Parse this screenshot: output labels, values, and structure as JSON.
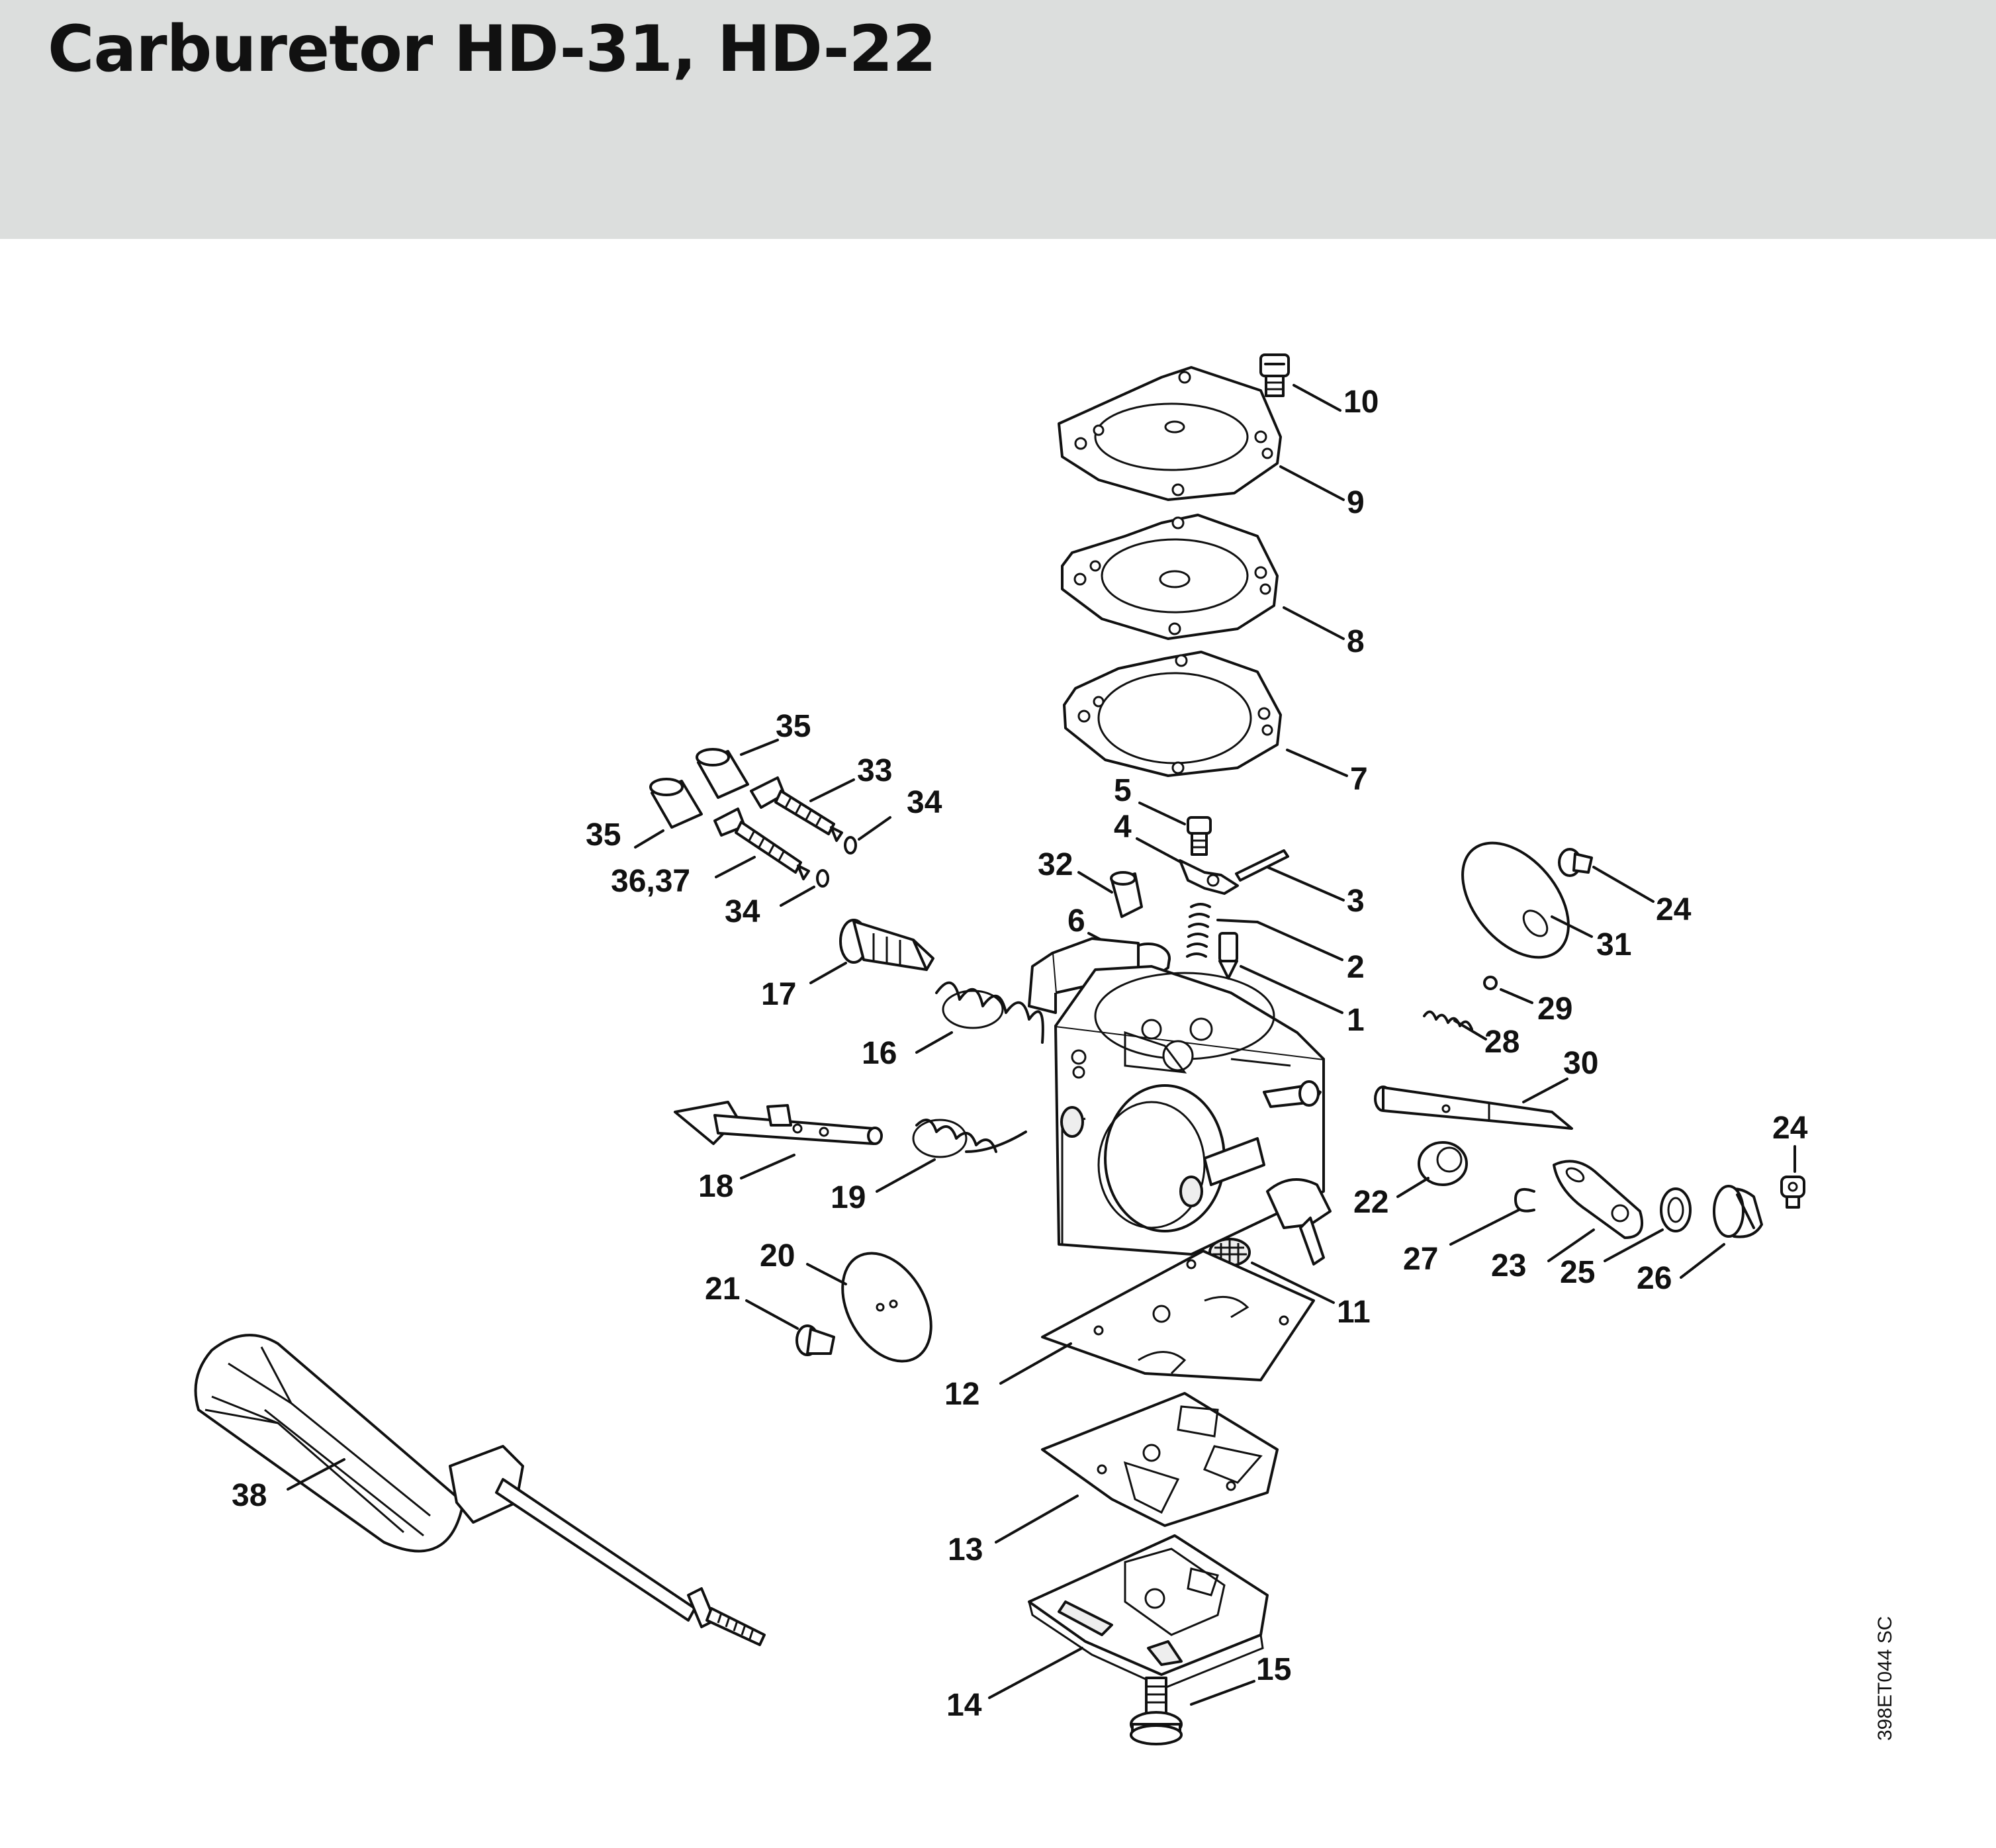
{
  "title": "Carburetor HD-31, HD-22",
  "reference_code": "398ET044 SC",
  "callouts": [
    "10",
    "9",
    "8",
    "7",
    "5",
    "4",
    "3",
    "32",
    "6",
    "2",
    "1",
    "35",
    "33",
    "34",
    "35",
    "36,37",
    "34",
    "17",
    "16",
    "18",
    "19",
    "20",
    "21",
    "24",
    "31",
    "29",
    "28",
    "30",
    "24",
    "22",
    "27",
    "23",
    "25",
    "26",
    "11",
    "12",
    "13",
    "14",
    "15",
    "38"
  ],
  "parts": {
    "p1": "needle-valve",
    "p2": "spring",
    "p3": "pin",
    "p4": "lever",
    "p5": "screw",
    "p6": "plug",
    "p7": "gasket",
    "p8": "diaphragm",
    "p9": "end-cover",
    "p10": "screw",
    "p11": "strainer",
    "p12": "gasket",
    "p13": "diaphragm",
    "p14": "end-cover",
    "p15": "screw",
    "p16": "spring",
    "p17": "screw",
    "p18": "throttle-shaft",
    "p19": "spring",
    "p20": "throttle-shutter",
    "p21": "screw",
    "p22": "bushing",
    "p23": "lever",
    "p24": "screw",
    "p25": "washer",
    "p26": "screw",
    "p27": "e-clip",
    "p28": "spring",
    "p29": "ball",
    "p30": "choke-shaft",
    "p31": "choke-shutter",
    "p32": "cap",
    "p33": "adjusting-screw",
    "p34": "o-ring",
    "p35": "limiter-cap",
    "p36_37": "adjusting-screw",
    "p38": "screwdriver"
  }
}
